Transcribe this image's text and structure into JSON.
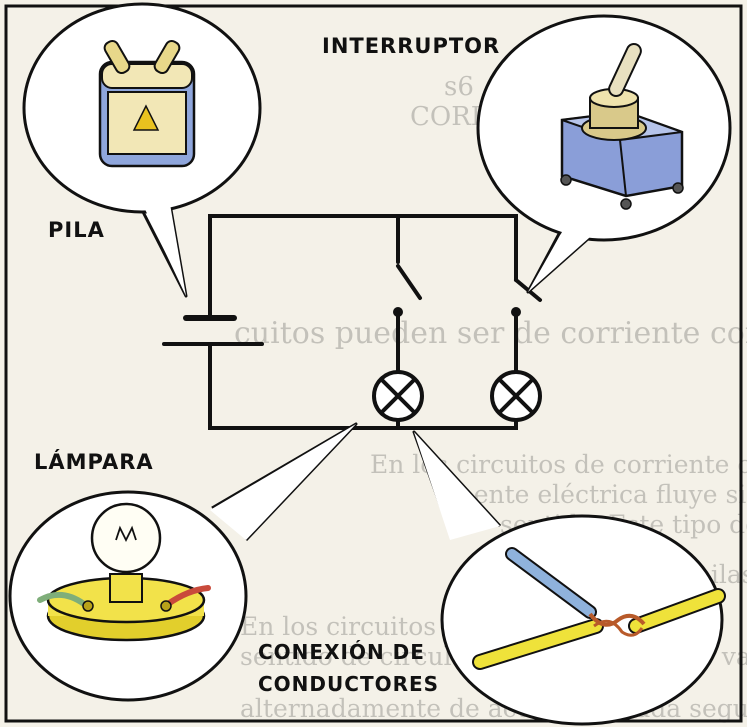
{
  "labels": {
    "interruptor": "INTERRUPTOR",
    "pila": "PILA",
    "lampara": "LÁMPARA",
    "conexion_line1": "CONEXIÓN DE",
    "conexion_line2": "CONDUCTORES"
  },
  "background_text": {
    "line1": "cuitos pueden ser de corriente continua o a",
    "line2": "En los circuitos de corriente continua",
    "line3": "mente eléctrica fluye siempre en el mismo",
    "line4": "sentido. Este tipo de circuitos es alimentado",
    "line5": "generalmente por pilas o baterías.",
    "line6": "En los circuitos de corriente alterna",
    "line7": "sentido de circulación de la corriente varía",
    "line8": "alternadamente de acuerdo a cada segundo"
  },
  "colors": {
    "background": "#f4f1e8",
    "ink": "#111111",
    "battery_blue": "#8fa6dc",
    "battery_cream": "#f2e7b6",
    "battery_mark": "#e8c21f",
    "switch_box": "#8a9ed8",
    "switch_metal": "#d9c98a",
    "lamp_yellow": "#f2e24a",
    "wire_yellow": "#efe23a",
    "wire_blue": "#8fb2dc",
    "wire_red": "#c94a3b",
    "wire_green": "#7fae7a"
  }
}
